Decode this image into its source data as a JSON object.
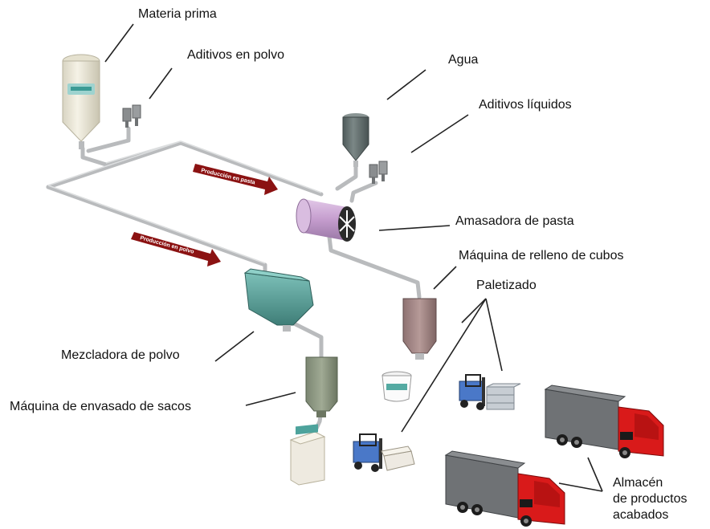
{
  "labels": {
    "materia_prima": "Materia prima",
    "aditivos_polvo": "Aditivos en polvo",
    "agua": "Agua",
    "aditivos_liquidos": "Aditivos líquidos",
    "amasadora": "Amasadora de pasta",
    "maquina_relleno": "Máquina de relleno de cubos",
    "paletizado": "Paletizado",
    "mezcladora": "Mezcladora de polvo",
    "envasado": "Máquina de envasado de sacos",
    "almacen_1": "Almacén",
    "almacen_2": "de productos",
    "almacen_3": "acabados"
  },
  "flow_arrows": {
    "pasta": "Producción en pasta",
    "polvo": "Producción en polvo"
  },
  "colors": {
    "pipe": "#b8babc",
    "silo": "#ece8d8",
    "mixer_teal": "#5fa39c",
    "kneader_purple": "#c8a8d0",
    "arrow_red": "#8b1010",
    "truck_red": "#d91a1a",
    "truck_box": "#6f7275",
    "forklift_blue": "#4a78c8"
  }
}
